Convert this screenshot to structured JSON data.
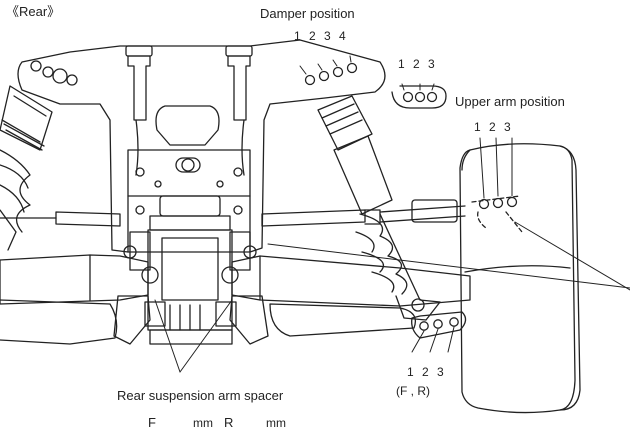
{
  "view_label": "《Rear》",
  "damper_position": {
    "title": "Damper position",
    "positions": [
      "1",
      "2",
      "3",
      "4"
    ]
  },
  "upper_arm_position": {
    "title": "Upper arm position",
    "positions": [
      "1",
      "2",
      "3"
    ],
    "hub_positions": [
      "1",
      "2",
      "3"
    ]
  },
  "lower_positions": {
    "positions": [
      "1",
      "2",
      "3"
    ],
    "note": "(F , R)"
  },
  "spacer": {
    "title": "Rear suspension arm spacer",
    "front_label": "F",
    "front_unit": "mm",
    "rear_label": "R",
    "rear_unit": "mm"
  },
  "line_color": "#222222"
}
